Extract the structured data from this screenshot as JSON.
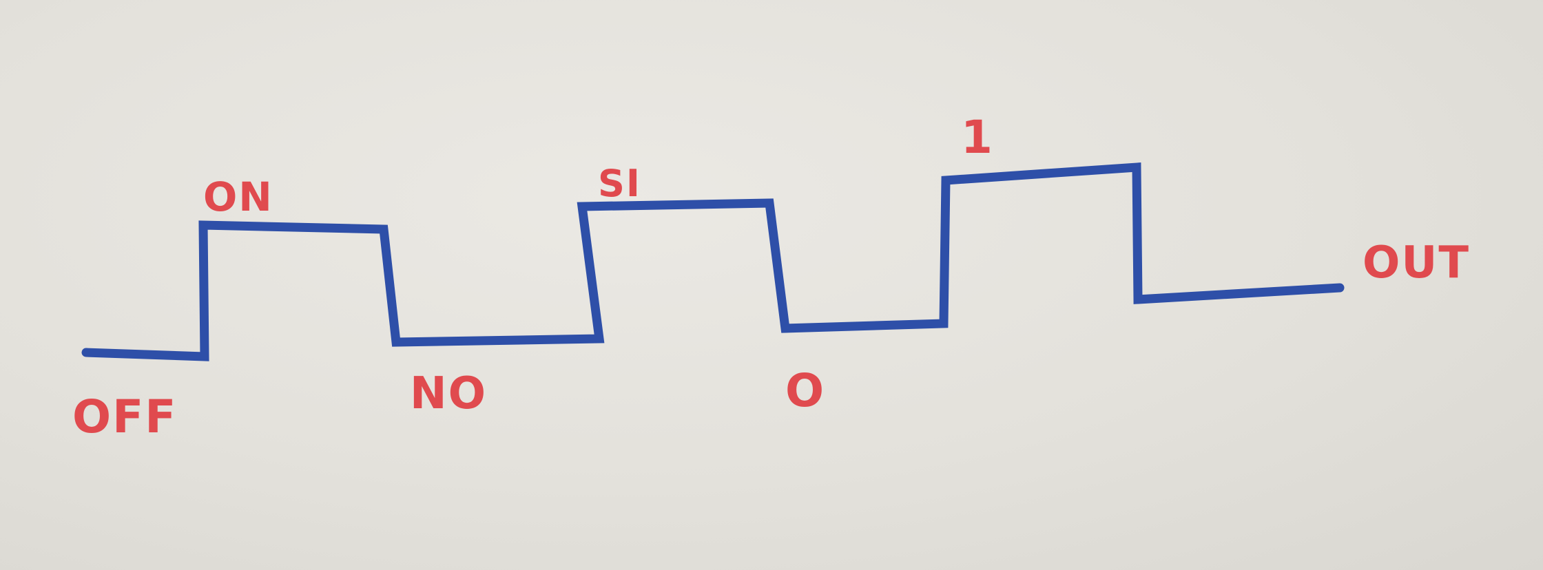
{
  "diagram": {
    "labels": {
      "off": "OFF",
      "on": "ON",
      "no": "NO",
      "si": "SI",
      "zero": "O",
      "one": "1",
      "out": "OUT"
    },
    "colors": {
      "wave": "#2e4fa8",
      "label": "#e04a4e",
      "paper": "#e6e4df"
    }
  }
}
